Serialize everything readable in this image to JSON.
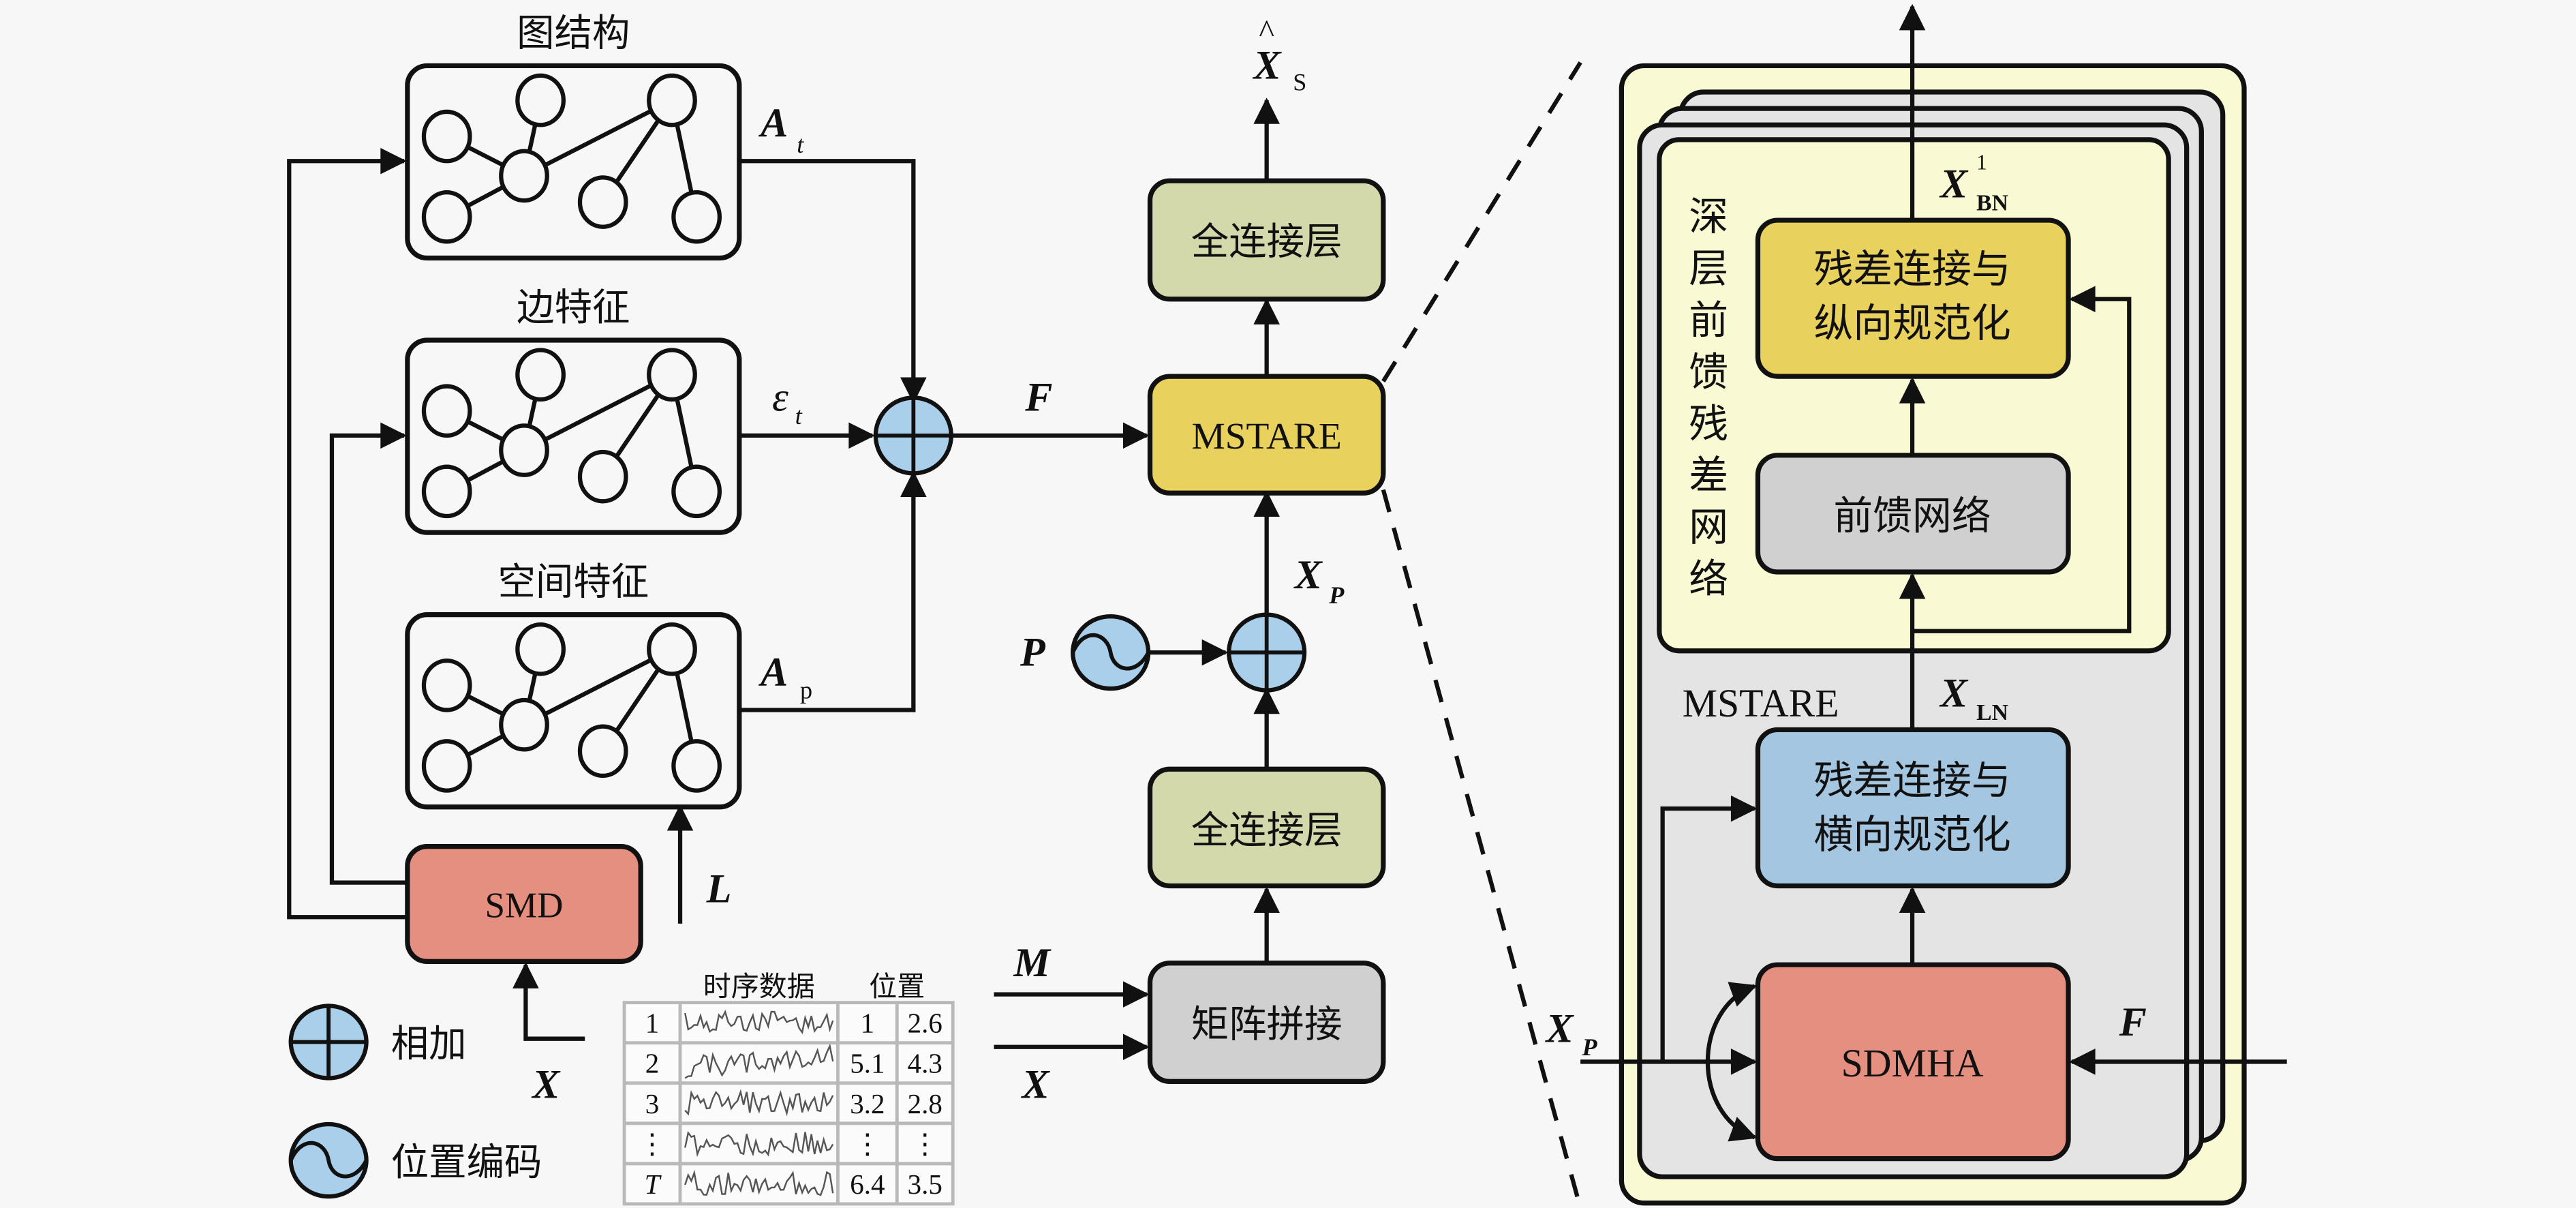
{
  "figure": {
    "colors": {
      "background": "#f7f7f7",
      "fc_layer": "#d4d9ab",
      "mstare": "#e9d15d",
      "smd": "#e48f80",
      "concat": "#d0d0d0",
      "add_node": "#a9cfea",
      "ln_block": "#a5c6e0",
      "bn_block": "#e9d15d",
      "ffn_block": "#d0d0d0",
      "sdmha_block": "#e48f80",
      "outer_panel": "#f9fad3",
      "stack_panel": "#e4e4e4",
      "inner_panel": "#f9fad3"
    },
    "graph_boxes": [
      {
        "title": "图结构",
        "output_symbol": "A",
        "output_sub": "t"
      },
      {
        "title": "边特征",
        "output_symbol": "ε",
        "output_sub": "t"
      },
      {
        "title": "空间特征",
        "output_symbol": "A",
        "output_sub": "p"
      }
    ],
    "smd": {
      "label": "SMD",
      "input_symbol": "X"
    },
    "l_input": {
      "symbol": "L"
    },
    "add_output": {
      "symbol": "F"
    },
    "mstare": {
      "label": "MSTARE"
    },
    "fc_top": {
      "label": "全连接层"
    },
    "fc_bottom": {
      "label": "全连接层"
    },
    "output": {
      "symbol": "X",
      "hat": "^",
      "sub": "S"
    },
    "xp": {
      "symbol": "X",
      "sub": "P"
    },
    "pos_enc_input": {
      "symbol": "P"
    },
    "concat": {
      "label": "矩阵拼接",
      "inputs": [
        "M",
        "X"
      ]
    },
    "legend": [
      {
        "icon": "add-icon",
        "label": "相加"
      },
      {
        "icon": "position-encoding-icon",
        "label": "位置编码"
      }
    ],
    "data_table": {
      "headers": [
        "时序数据",
        "位置"
      ],
      "rows": [
        {
          "index": "1",
          "pos_x": "1",
          "pos_y": "2.6"
        },
        {
          "index": "2",
          "pos_x": "5.1",
          "pos_y": "4.3"
        },
        {
          "index": "3",
          "pos_x": "3.2",
          "pos_y": "2.8"
        },
        {
          "index": "⋮",
          "pos_x": "⋮",
          "pos_y": "⋮"
        },
        {
          "index": "T",
          "pos_x": "6.4",
          "pos_y": "3.5"
        }
      ]
    },
    "detail_panel": {
      "stack_label": "MSTARE",
      "ffn_group_label": "深层前馈残差网络",
      "bn_block": {
        "line1": "残差连接与",
        "line2": "纵向规范化"
      },
      "ffn_block": {
        "label": "前馈网络"
      },
      "ln_block": {
        "line1": "残差连接与",
        "line2": "横向规范化"
      },
      "sdmha_block": {
        "label": "SDMHA"
      },
      "x_bn": {
        "symbol": "X",
        "sub": "BN",
        "sup": "1"
      },
      "x_ln": {
        "symbol": "X",
        "sub": "LN"
      },
      "input_left": {
        "symbol": "X",
        "sub": "P"
      },
      "input_right": {
        "symbol": "F"
      }
    }
  }
}
